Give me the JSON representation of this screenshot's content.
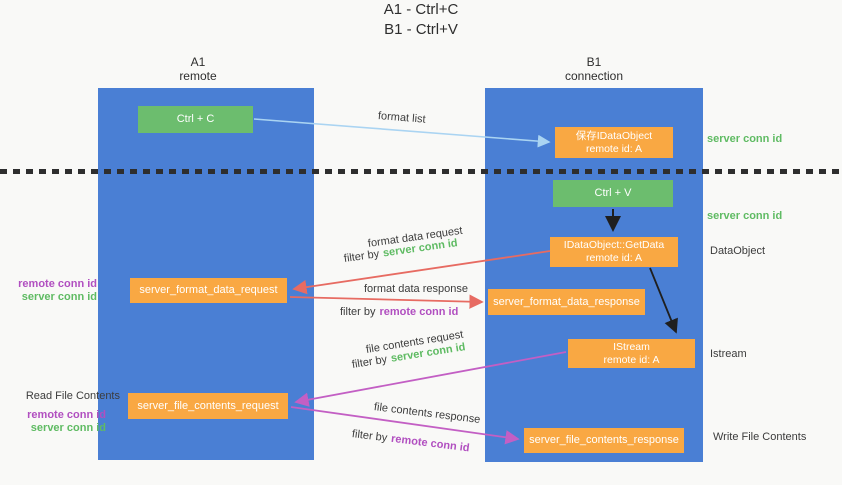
{
  "title": {
    "line1": "A1 - Ctrl+C",
    "line2": "B1 - Ctrl+V"
  },
  "columns": {
    "left": {
      "name": "A1",
      "role": "remote"
    },
    "right": {
      "name": "B1",
      "role": "connection"
    }
  },
  "boxes": {
    "ctrl_c": "Ctrl + C",
    "ctrl_v": "Ctrl + V",
    "save_dataobject": {
      "line1": "保存IDataObject",
      "line2": "remote id: A"
    },
    "getdata": {
      "line1": "IDataObject::GetData",
      "line2": "remote id: A"
    },
    "istream": {
      "line1": "IStream",
      "line2": "remote id: A"
    },
    "format_request": "server_format_data_request",
    "format_response": "server_format_data_response",
    "file_request": "server_file_contents_request",
    "file_response": "server_file_contents_response"
  },
  "flow_labels": {
    "format_list": "format list",
    "format_data_request": "format data request",
    "format_data_response": "format data response",
    "file_contents_request": "file contents request",
    "file_contents_response": "file contents response",
    "filter_prefix": "filter by",
    "server_conn_id": "server conn id",
    "remote_conn_id": "remote conn id"
  },
  "side_labels": {
    "right_server_conn_id_top": "server conn id",
    "right_server_conn_id_mid": "server conn id",
    "right_dataobject": "DataObject",
    "right_istream": "Istream",
    "right_write_file_contents": "Write File Contents",
    "left_remote_conn_id_top": "remote conn id",
    "left_server_conn_id_top": "server conn id",
    "left_read_file_contents": "Read File Contents",
    "left_remote_conn_id_bottom": "remote conn id",
    "left_server_conn_id_bottom": "server conn id"
  },
  "colors": {
    "column_blue": "#4a7fd4",
    "box_green": "#6cbd6e",
    "box_orange": "#f9a843",
    "arrow_red": "#e76b62",
    "arrow_magenta": "#c35fc4",
    "arrow_lightblue": "#aad4f2",
    "arrow_black": "#1f1f1f",
    "text_green": "#5fbb63",
    "text_purple": "#b14fc0",
    "background": "#f9f9f7"
  }
}
